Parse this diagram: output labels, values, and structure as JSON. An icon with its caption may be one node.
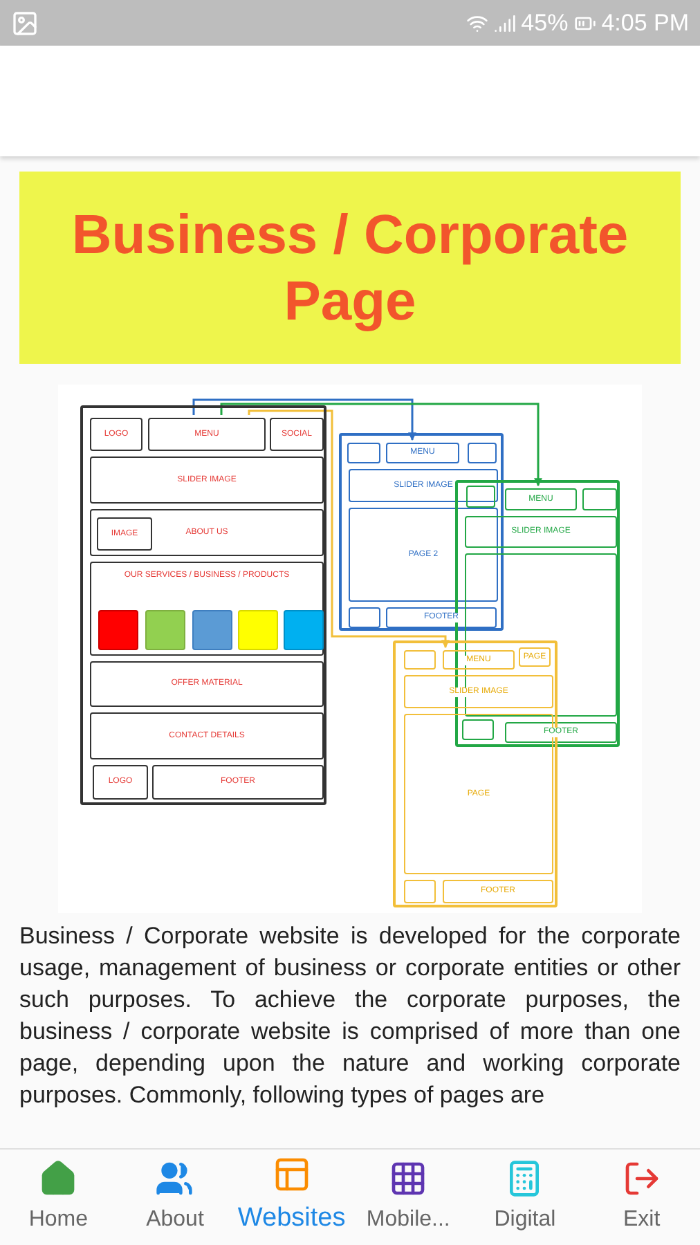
{
  "diagram": {
    "title": "Business / Corporate Page",
    "nodes": [
      {
        "text": [],
        "shape": "box"
      },
      {
        "text": [
          "LOGO"
        ],
        "in": 0
      },
      {
        "text": [
          "MENU"
        ],
        "in": 0
      },
      {
        "text": [
          "SOCIAL"
        ],
        "in": 0
      },
      {
        "text": [
          "SLIDER IMAGE"
        ],
        "in": 0
      },
      {
        "text": [
          "ABOUT US"
        ],
        "in": 0
      },
      {
        "text": [
          "IMAGE"
        ],
        "in": 5
      },
      {
        "text": [
          "OUR SERVICES / BUSINESS / PRODUCTS"
        ],
        "in": 0
      },
      {
        "text": [],
        "shape": "box",
        "in": 7
      },
      {
        "text": [],
        "shape": "box",
        "in": 7
      },
      {
        "text": [],
        "shape": "box",
        "in": 7
      },
      {
        "text": [],
        "shape": "box",
        "in": 7
      },
      {
        "text": [],
        "shape": "box",
        "in": 7
      },
      {
        "text": [
          "OFFER MATERIAL"
        ],
        "in": 0
      },
      {
        "text": [
          "CONTACT DETAILS"
        ],
        "in": 0
      },
      {
        "text": [
          "LOGO"
        ],
        "in": 0
      },
      {
        "text": [
          "FOOTER"
        ],
        "in": 0
      },
      {
        "text": [],
        "shape": "box"
      },
      {
        "text": [],
        "shape": "box",
        "in": 17
      },
      {
        "text": [
          "MENU"
        ],
        "in": 17
      },
      {
        "text": [],
        "shape": "box",
        "in": 17
      },
      {
        "text": [
          "SLIDER IMAGE"
        ],
        "in": 17
      },
      {
        "text": [
          "PAGE 2"
        ],
        "in": 17
      },
      {
        "text": [],
        "shape": "box",
        "in": 17
      },
      {
        "text": [
          "FOOTER"
        ],
        "in": 17
      },
      {
        "text": [],
        "shape": "box"
      },
      {
        "text": [],
        "shape": "box"
      },
      {
        "text": [
          "MENU"
        ],
        "in": 25
      },
      {
        "text": [],
        "shape": "box",
        "in": 25
      },
      {
        "text": [
          "SLIDER IMAGE"
        ],
        "in": 25
      },
      {
        "text": [],
        "shape": "box",
        "in": 25
      },
      {
        "text": [],
        "shape": "box"
      },
      {
        "text": [
          "FOOTER"
        ],
        "in": 25
      },
      {
        "text": [],
        "shape": "box"
      },
      {
        "text": [],
        "shape": "box",
        "in": 33
      },
      {
        "text": [
          "MENU"
        ],
        "in": 33
      },
      {
        "text": [
          "PAGE"
        ]
      },
      {
        "text": [
          "SLIDER IMAGE"
        ],
        "in": 33
      },
      {
        "text": [
          "PAGE"
        ],
        "in": 33
      },
      {
        "text": [],
        "shape": "box",
        "in": 33
      },
      {
        "text": [
          "FOOTER"
        ],
        "in": 33
      }
    ],
    "edges": [
      {
        "from": 2,
        "to": 19,
        "arrow": "to",
        "color": "#2f6fc4"
      },
      {
        "from": 2,
        "to": 27,
        "arrow": "to",
        "color": "#22a745"
      },
      {
        "from": 2,
        "to": 35,
        "arrow": "to",
        "color": "#f2bf3a"
      }
    ],
    "labels": [
      "45%",
      "4:05 PM",
      "Business / Corporate website is developed for the corporate usage, management of business or corporate entities or other such purposes. To achieve the corporate purposes, the business / corporate website is comprised of more than one page, depending upon the nature and working corporate purposes. Commonly, following types of pages are",
      "Home",
      "About",
      "Websites",
      "Mobile...",
      "Digital",
      "Exit"
    ]
  }
}
